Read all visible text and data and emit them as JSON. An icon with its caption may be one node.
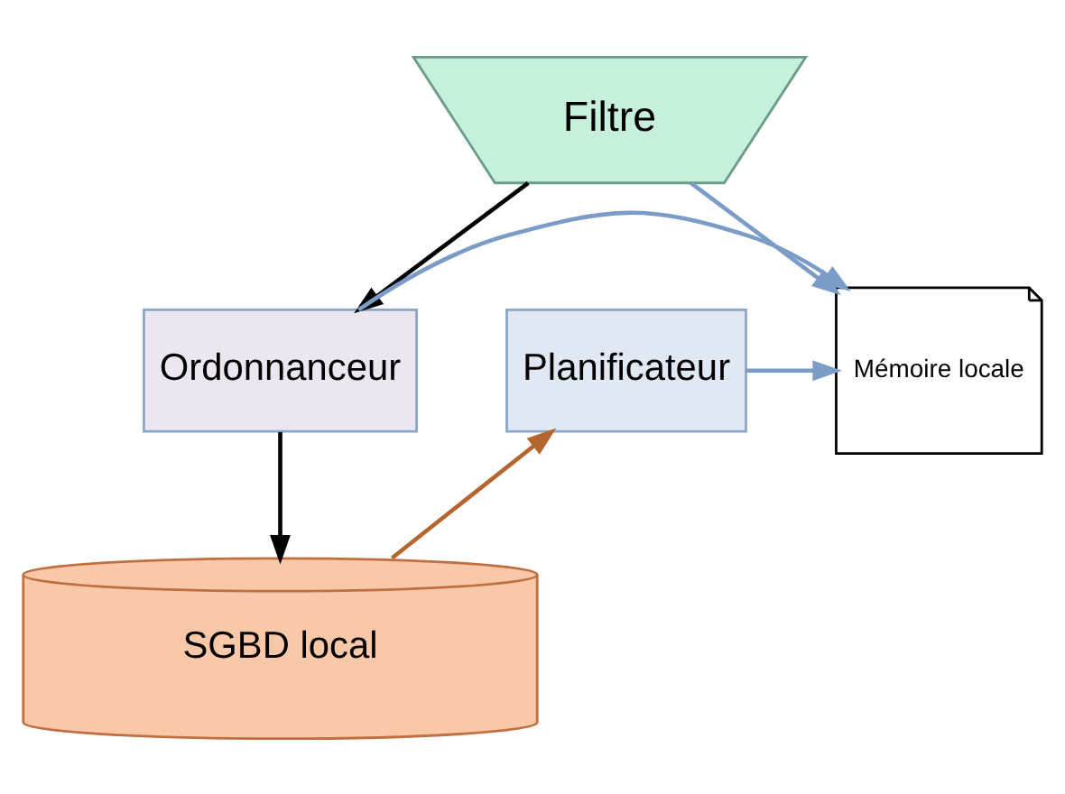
{
  "diagram": {
    "nodes": [
      {
        "text": [
          "Filtre"
        ]
      },
      {
        "text": [
          "Ordonnanceur"
        ]
      },
      {
        "text": [
          "Mémoire locale"
        ]
      },
      {
        "text": [
          "Planificateur"
        ]
      },
      {
        "text": [
          "SGBD local"
        ]
      }
    ],
    "edges": [
      {
        "from": 0,
        "to": 1,
        "arrow": "to",
        "color": "#000000"
      },
      {
        "from": 0,
        "to": 2,
        "arrow": "to"
      },
      {
        "from": 1,
        "to": 2,
        "arrow": "to"
      },
      {
        "from": 3,
        "to": 2,
        "arrow": "to"
      },
      {
        "from": 1,
        "to": 4,
        "arrow": "to",
        "color": "#000000"
      },
      {
        "from": 4,
        "to": 3,
        "arrow": "to",
        "color": "#b5652d"
      }
    ]
  }
}
